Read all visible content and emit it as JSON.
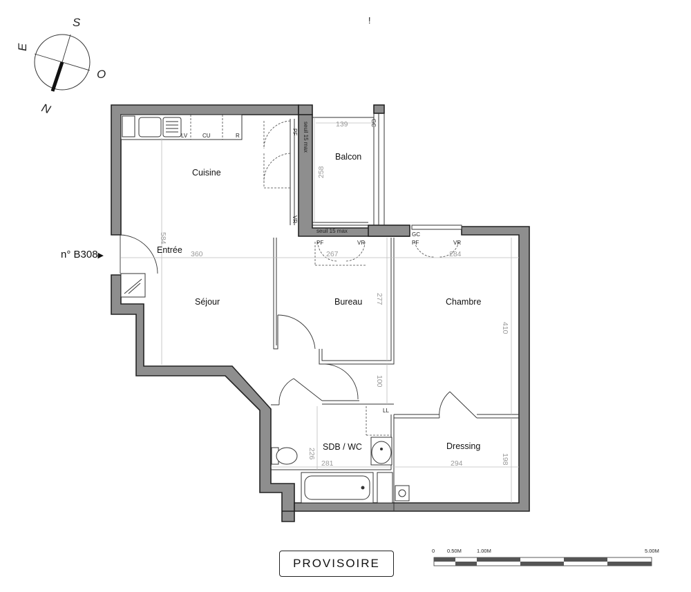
{
  "plan": {
    "lot_number": "n° B308",
    "lot_marker": "▶",
    "stamp": "PROVISOIRE",
    "mark_top": "!",
    "compass": {
      "n": "N",
      "s": "S",
      "e": "E",
      "o": "O"
    },
    "rooms": {
      "cuisine": "Cuisine",
      "balcon": "Balcon",
      "entree": "Entrée",
      "sejour": "Séjour",
      "bureau": "Bureau",
      "chambre": "Chambre",
      "sdb": "SDB / WC",
      "dressing": "Dressing"
    },
    "dimensions": {
      "balcon_w": "139",
      "balcon_h": "258",
      "cuisine_h": "584",
      "sejour_w": "360",
      "bureau_w": "267",
      "chambre_w": "284",
      "bureau_h": "277",
      "chambre_h": "410",
      "passage": "100",
      "sdb_h": "226",
      "sdb_w": "281",
      "dressing_w": "294",
      "dressing_h": "198"
    },
    "fixtures": {
      "lv": "LV",
      "cu": "CU",
      "r": "R",
      "pf": "PF",
      "vr": "VR",
      "gc": "GC",
      "ll": "LL",
      "seuil_vertical": "seuil 15 max",
      "seuil_horizontal": "seuil 15 max"
    },
    "scale": {
      "t0": "0",
      "t1": "0.50M",
      "t2": "1.00M",
      "t3": "5.00M"
    }
  }
}
